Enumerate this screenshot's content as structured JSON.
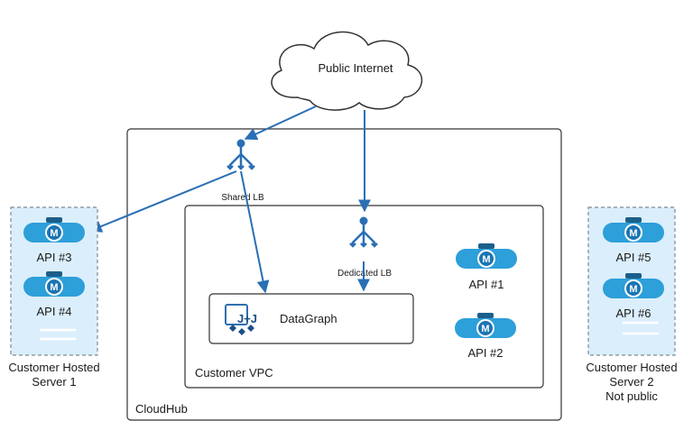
{
  "cloud": {
    "label": "Public Internet"
  },
  "cloudhub": {
    "label": "CloudHub"
  },
  "vpc": {
    "label": "Customer VPC"
  },
  "shared_lb": {
    "label": "Shared LB"
  },
  "dedicated_lb": {
    "label": "Dedicated LB"
  },
  "datagraph": {
    "label": "DataGraph",
    "logo_text": "J+J"
  },
  "apis": {
    "api1": "API #1",
    "api2": "API #2",
    "api3": "API #3",
    "api4": "API #4",
    "api5": "API #5",
    "api6": "API #6"
  },
  "server1": {
    "line1": "Customer Hosted",
    "line2": "Server 1"
  },
  "server2": {
    "line1": "Customer Hosted",
    "line2": "Server 2",
    "line3": "Not public"
  },
  "colors": {
    "arrow": "#2a6fb5",
    "mule_blue": "#2d9fd9",
    "server_fill": "#dbeefb",
    "box_stroke": "#333333"
  },
  "icons": {
    "api": "mule-icon",
    "lb": "load-balancer-icon",
    "cloud": "cloud-icon"
  }
}
